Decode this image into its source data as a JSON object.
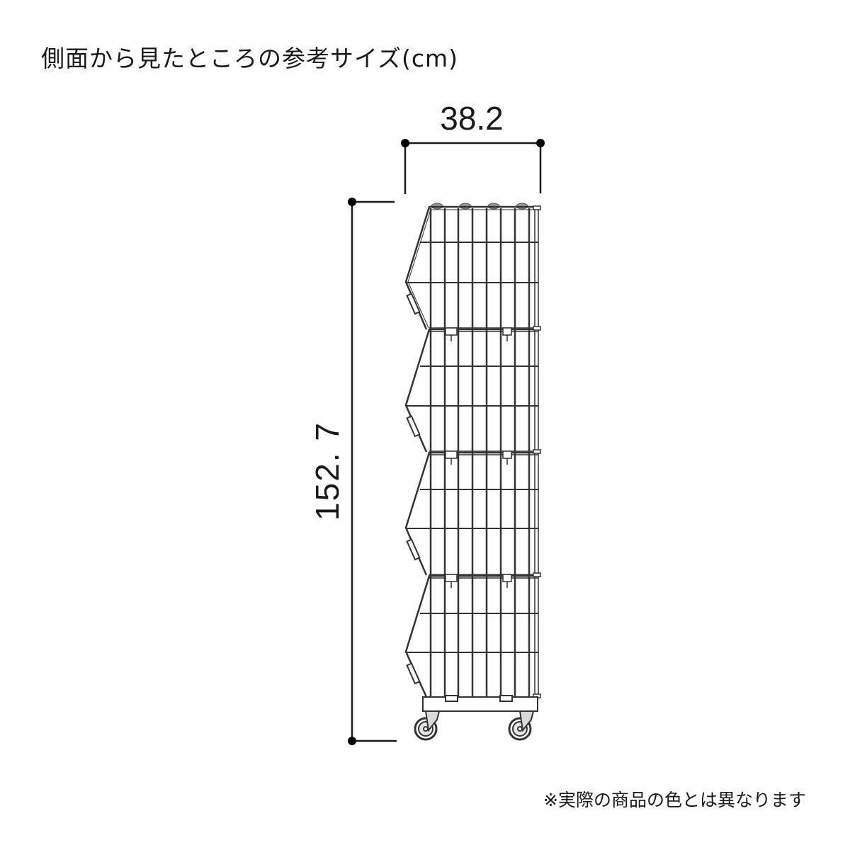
{
  "title": "側面から見たところの参考サイズ(cm)",
  "dimensions": {
    "width": {
      "value": "38.2",
      "unit": "cm"
    },
    "height": {
      "value": "152. 7",
      "unit": "cm"
    }
  },
  "product": {
    "type": "4-tier wire basket cart on casters",
    "view": "side",
    "tiers": 4,
    "casters": 2
  },
  "note": "※実際の商品の色とは異なります",
  "colors": {
    "line": "#1a1a1a",
    "wire": "#333333",
    "background": "#ffffff",
    "caster_fill": "#d9d9d9"
  }
}
